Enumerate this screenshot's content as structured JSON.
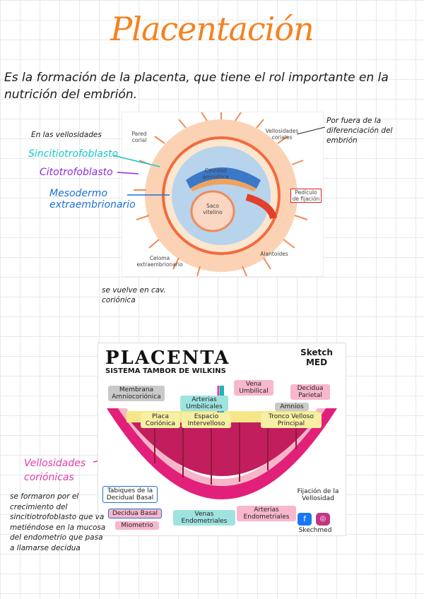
{
  "title": "Placentación",
  "intro": "Es la formación de la placenta, que tiene el rol importante en la nutrición del embrión.",
  "fig1": {
    "handwritten": {
      "en_vellosidades": "En las vellosidades",
      "sincitio": "Sincitiotrofoblasto",
      "citotro": "Citotrofoblasto",
      "mesodermo": "Mesodermo extraembrionario",
      "por_fuera": "Por fuera de la diferenciación del embrión",
      "se_vuelve": "se vuelve en cav. coriónica"
    },
    "printed": {
      "pared_corial": "Pared corial",
      "vellosidades_coriales": "Vellosidades coriales",
      "cavidad_amniotica": "Cavidad amniótica",
      "saco_vitelino": "Saco vitelino",
      "pediculo": "Pedículo de fijación",
      "celoma": "Celoma extraembrionario",
      "alantoides": "Alantoides"
    }
  },
  "fig2": {
    "heading": "PLACENTA",
    "subheading": "SISTEMA TAMBOR DE WILKINS",
    "brand_top": "Sketch MED",
    "brand_bottom": "Skechmed",
    "labels": {
      "membrana": "Membrana Amniocoriónica",
      "vena": "Vena Umbilical",
      "decidua_parietal": "Decidua Parietal",
      "arterias_umb": "Arterias Umbilicales",
      "amnios": "Amnios",
      "placa": "Placa Coriónica",
      "espacio": "Espacio Intervelloso",
      "tronco": "Tronco Velloso Principal",
      "tabiques": "Tabiques de la Decidual Basal",
      "decidua_basal": "Decidua Basal",
      "miometrio": "Miometrio",
      "venas_endo": "Venas Endometriales",
      "arterias_endo": "Arterias Endometriales",
      "fijacion": "Fijación de la Vellosidad"
    }
  },
  "side": {
    "vellosidades": "Vellosidades coriónicas",
    "note": "se formaron por el crecimiento del sincitiotrofoblasto que va metiéndose en la mucosa del endometrio que pasa a llamarse decidua"
  },
  "colors": {
    "orange": "#f5821f",
    "cyan": "#1bc5c5",
    "purple": "#8e2bd8",
    "blue": "#1e6fd8",
    "magenta": "#e23ca6"
  }
}
